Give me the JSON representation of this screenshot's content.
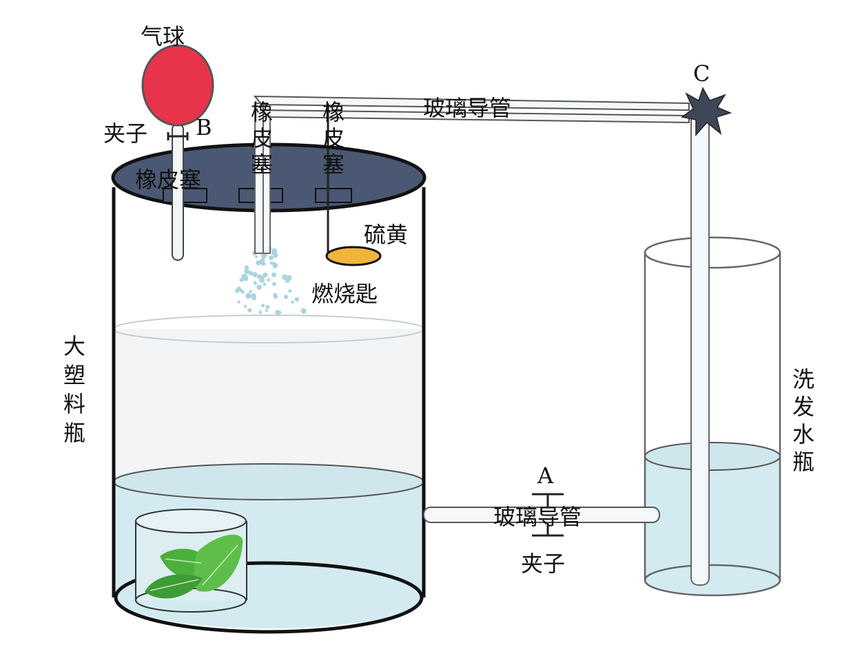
{
  "labels": {
    "balloon": "气球",
    "clip_b": "夹子",
    "point_b": "B",
    "stopper_left": "橡皮塞",
    "stopper_mid": "橡皮塞",
    "stopper_right": "橡皮塞",
    "glass_tube_top": "玻璃导管",
    "point_c": "C",
    "sulfur": "硫黄",
    "spoon": "燃烧匙",
    "big_bottle": "大塑料瓶",
    "shampoo_bottle": "洗发水瓶",
    "point_a": "A",
    "glass_tube_bottom": "玻璃导管",
    "clip_a": "夹子"
  },
  "colors": {
    "balloon": "#e8344a",
    "lid": "#4a5873",
    "water": "#d3ebf0",
    "sulfur": "#f0b53a",
    "junction": "#3f4658",
    "leaf": "#4caf3c"
  }
}
